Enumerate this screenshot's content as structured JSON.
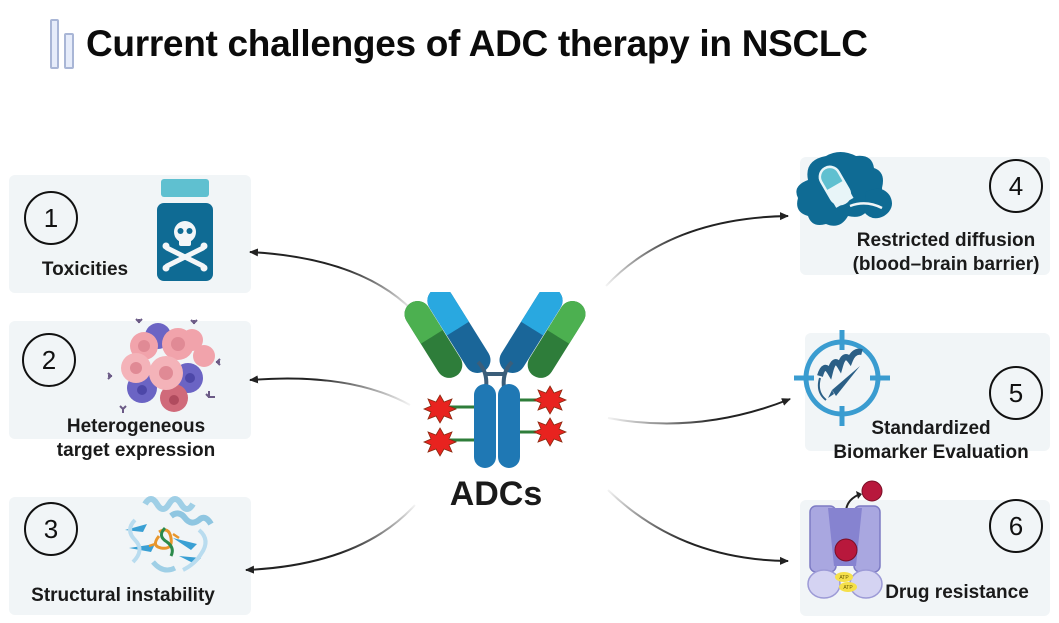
{
  "header": {
    "title": "Current challenges of ADC therapy in  NSCLC",
    "title_icon": "bar-chart-icon"
  },
  "center": {
    "label": "ADCs",
    "icon": "antibody-drug-conjugate-icon"
  },
  "challenges": [
    {
      "number": "1",
      "label_lines": [
        "Toxicities"
      ],
      "icon": "poison-bottle-icon",
      "side": "left"
    },
    {
      "number": "2",
      "label_lines": [
        "Heterogeneous",
        "target expression"
      ],
      "icon": "tumor-cells-icon",
      "side": "left"
    },
    {
      "number": "3",
      "label_lines": [
        "Structural instability"
      ],
      "icon": "protein-structure-icon",
      "side": "left"
    },
    {
      "number": "4",
      "label_lines": [
        "Restricted diffusion",
        "(blood–brain barrier)"
      ],
      "icon": "brain-pill-icon",
      "side": "right"
    },
    {
      "number": "5",
      "label_lines": [
        "Standardized",
        "Biomarker Evaluation"
      ],
      "icon": "biomarker-target-icon",
      "side": "right"
    },
    {
      "number": "6",
      "label_lines": [
        "Drug resistance"
      ],
      "icon": "efflux-pump-icon",
      "side": "right"
    }
  ],
  "icon_labels": {
    "atp": "ATP"
  },
  "colors": {
    "panel_bg": "#f1f5f7",
    "antibody_blue": "#1f78b4",
    "antibody_light_blue": "#29a8e0",
    "antibody_green": "#4cb050",
    "antibody_dark_green": "#2e7d3a",
    "payload_red": "#e8231f",
    "bottle_blue": "#0f6b94",
    "bottle_cap": "#5fc0d0"
  }
}
